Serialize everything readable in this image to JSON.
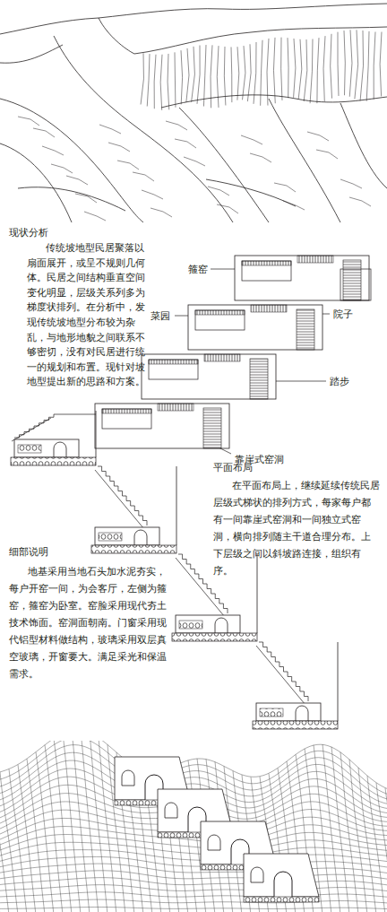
{
  "diagram": {
    "labels": [
      "现状分析",
      "传统坡地型民居聚落以扇面展开，或呈不规则几何体。民居之间结构垂直空间变化明显，层级关系列多为梯度状排列。在分析中，发现传统坡地型分布较为杂乱，与地形地貌之间联系不够密切，没有对民居进行统一的规划和布置。现针对坡地型提出新的思路和方案。",
      "箍窑",
      "菜园",
      "院子",
      "踏步",
      "靠崖式窑洞",
      "平面布局",
      "在平面布局上，继续延续传统民居层级式梯状的排列方式，每家每户都有一间靠崖式窑洞和一间独立式窑洞，横向排列随主干道合理分布。上下层级之间以斜坡路连接，组织有序。",
      "细部说明",
      "地基采用当地石头加水泥夯实，每户开窑一间，为会客厅，左侧为箍窑，箍窑为卧室。窑脸采用现代夯土技术饰面。窑洞面朝南。门窗采用现代铝型材料做结构，玻璃采用双层真空玻璃，开窗要大。满足采光和保温需求。"
    ]
  }
}
